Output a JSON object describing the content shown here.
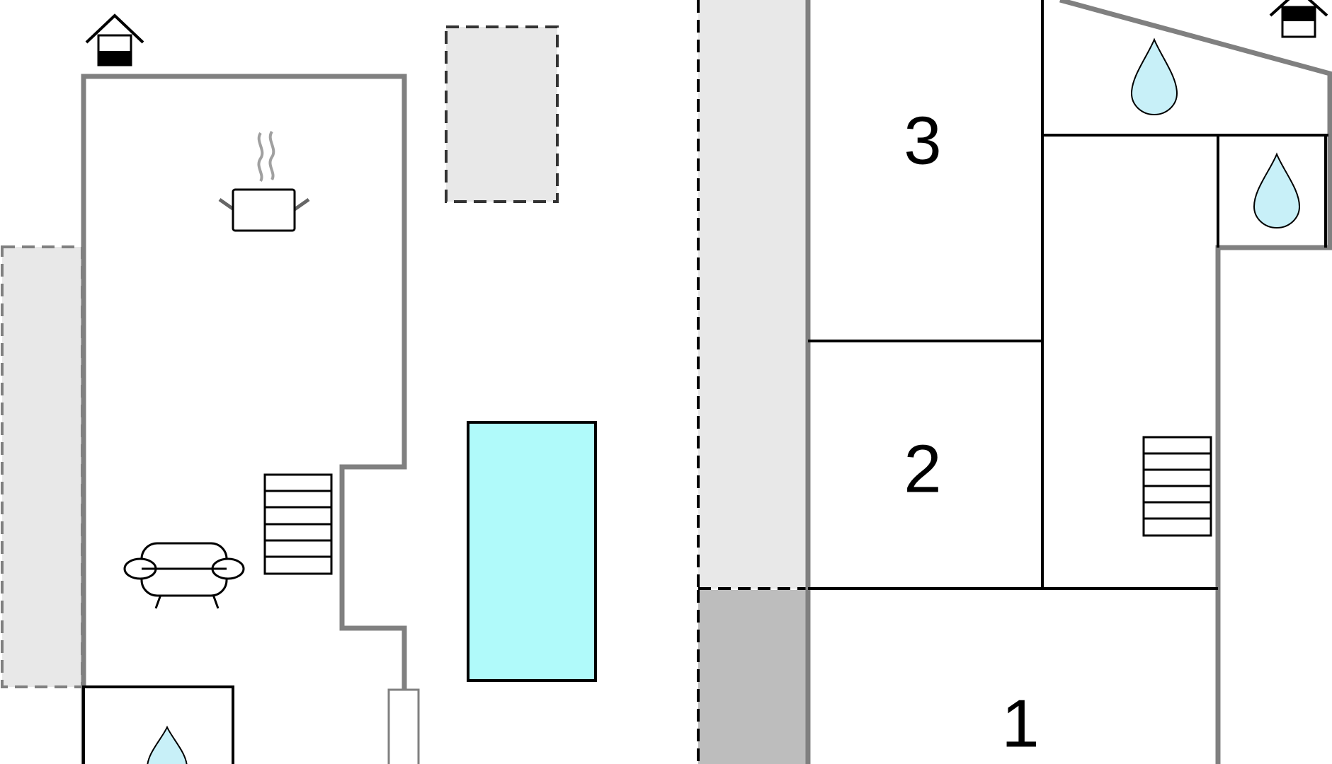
{
  "floorplan": {
    "colors": {
      "wall": "#808080",
      "partition": "#000000",
      "terrace": "#e8e8e8",
      "covered_terrace": "#bdbdbd",
      "pool": "#b0fafa",
      "water": "#c8f0f8",
      "background": "#ffffff"
    },
    "rooms": [
      {
        "id": "room-1",
        "label": "1"
      },
      {
        "id": "room-2",
        "label": "2"
      },
      {
        "id": "room-3",
        "label": "3"
      }
    ],
    "icons": [
      "entrance-icon",
      "kitchen-icon",
      "sofa-icon",
      "stairs-icon",
      "bathroom-icon",
      "pool",
      "terrace"
    ]
  }
}
